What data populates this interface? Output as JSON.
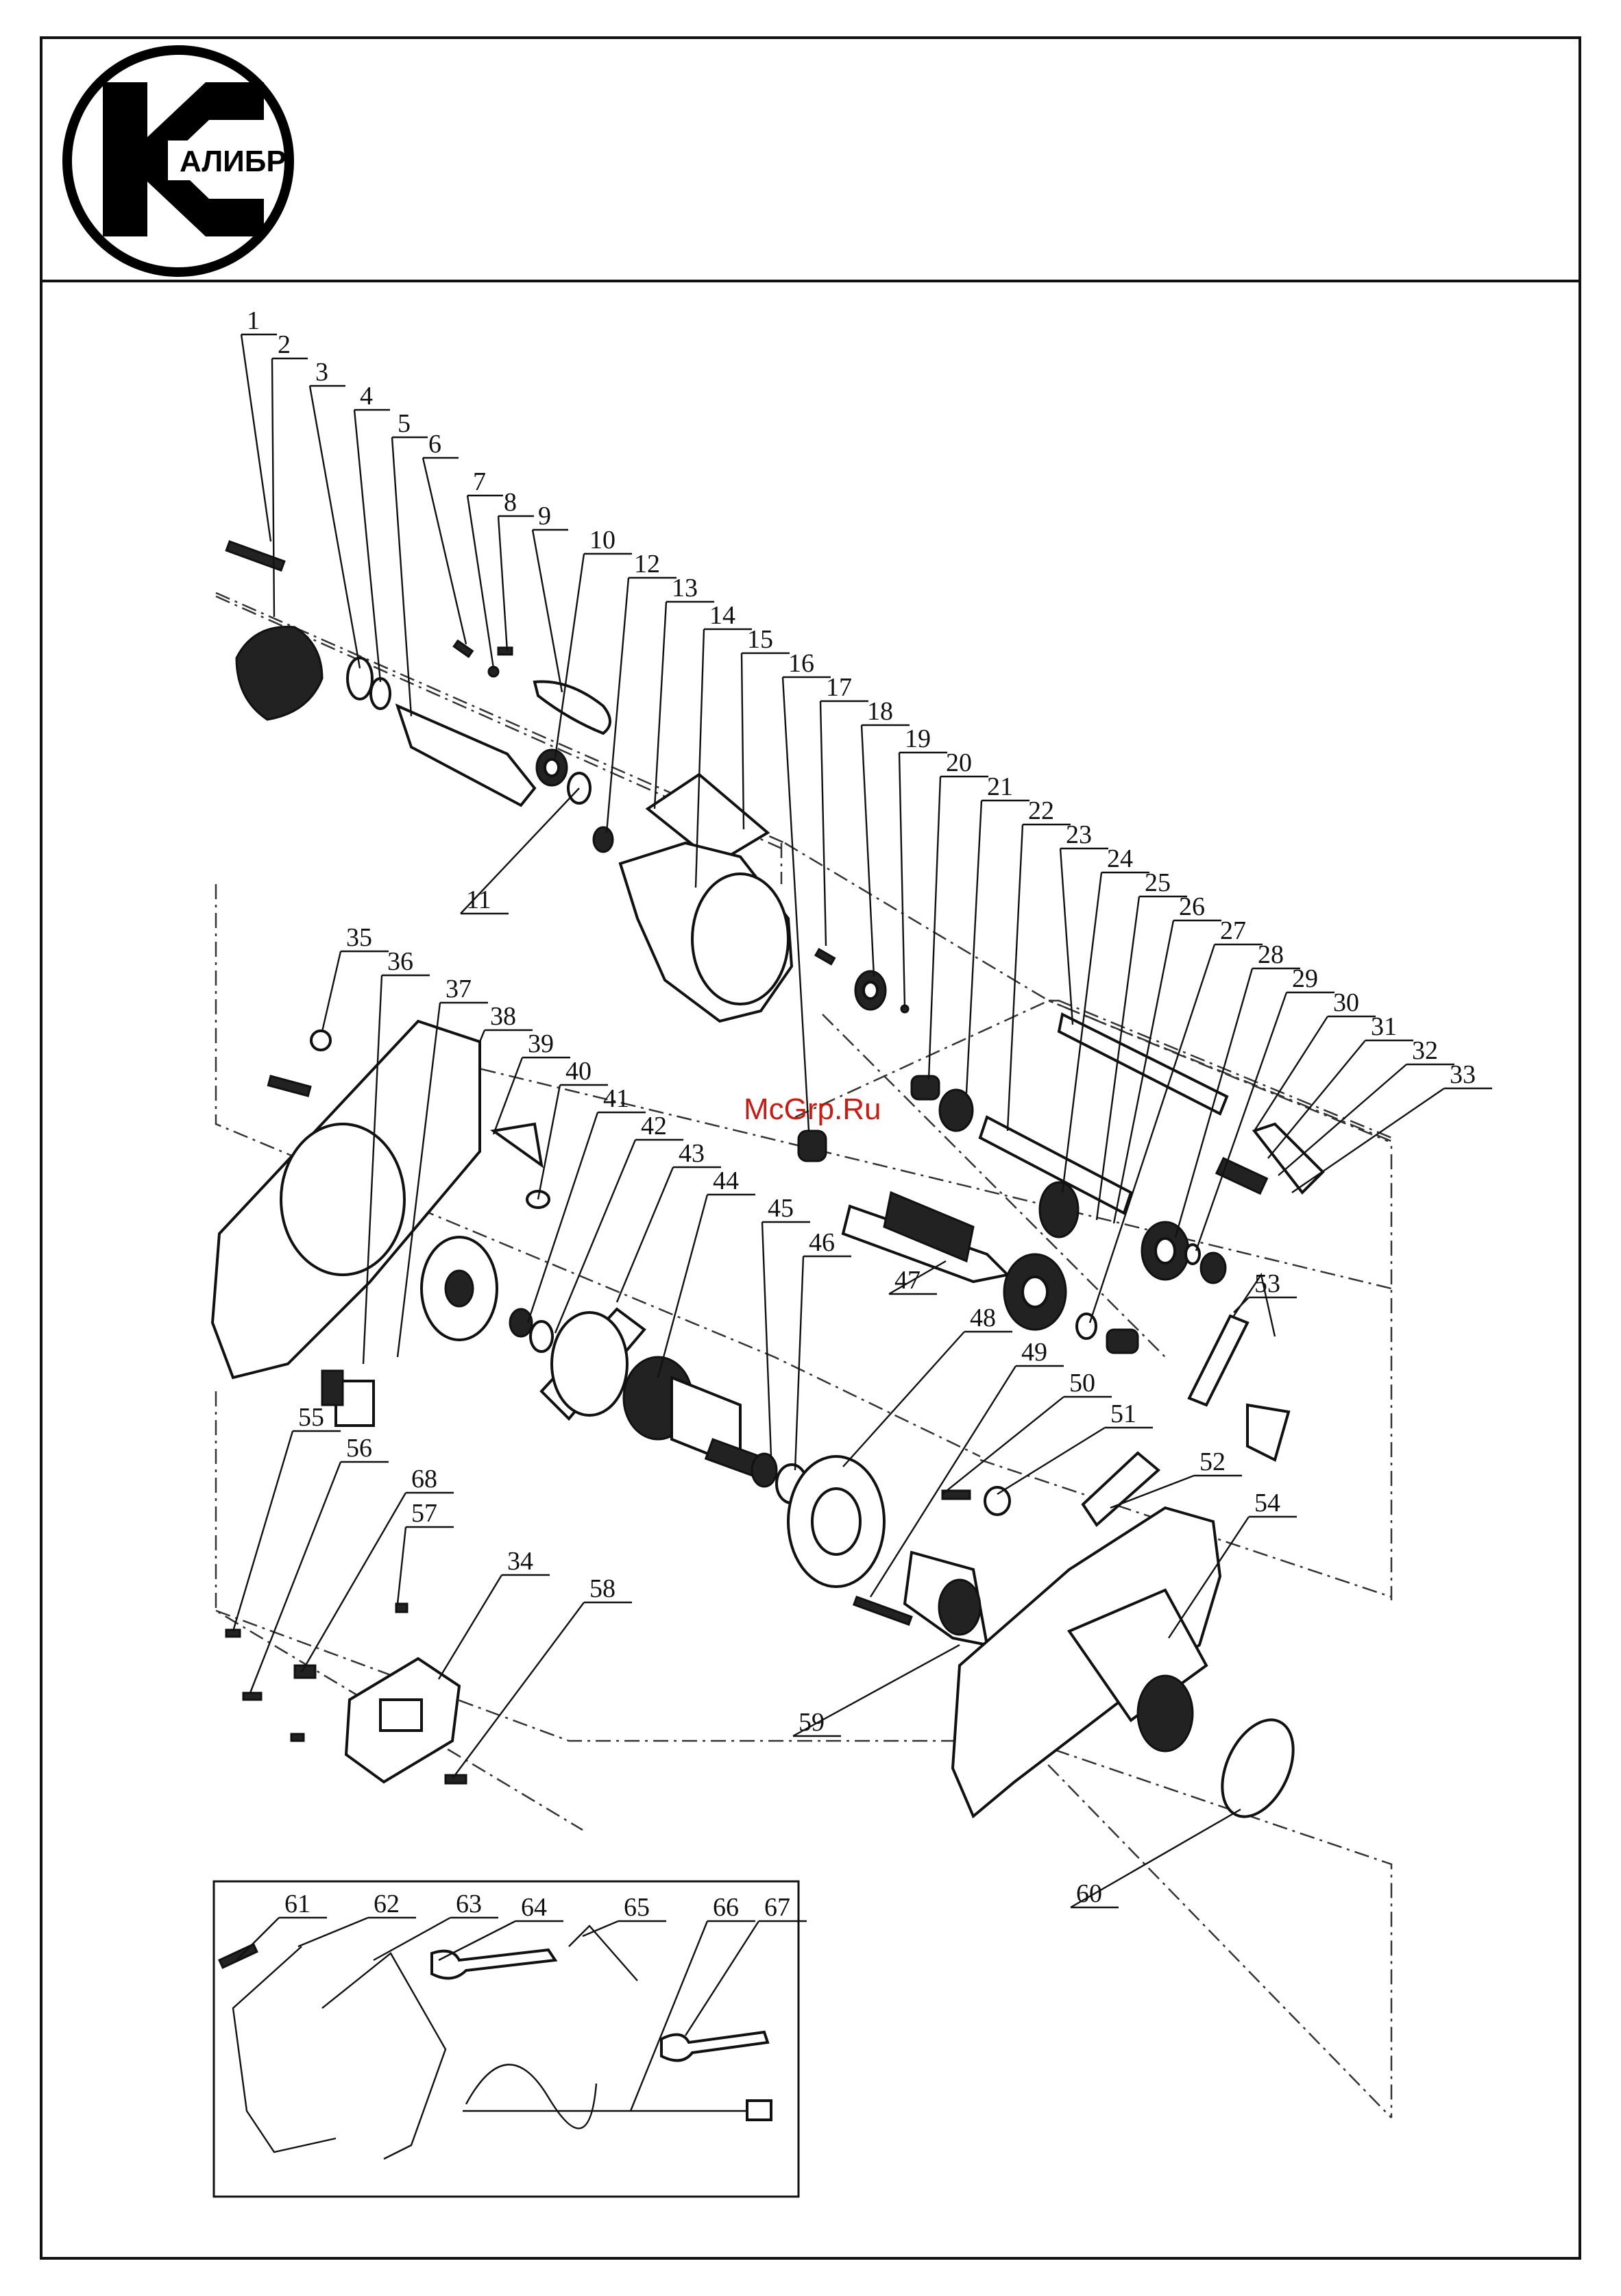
{
  "logo": {
    "text": "АЛИБР"
  },
  "watermark": "McGrp.Ru",
  "labels": [
    "1",
    "2",
    "3",
    "4",
    "5",
    "6",
    "7",
    "8",
    "9",
    "10",
    "11",
    "12",
    "13",
    "14",
    "15",
    "16",
    "17",
    "18",
    "19",
    "20",
    "21",
    "22",
    "23",
    "24",
    "25",
    "26",
    "27",
    "28",
    "29",
    "30",
    "31",
    "32",
    "33",
    "34",
    "35",
    "36",
    "37",
    "38",
    "39",
    "40",
    "41",
    "42",
    "43",
    "44",
    "45",
    "46",
    "47",
    "48",
    "49",
    "50",
    "51",
    "52",
    "53",
    "54",
    "55",
    "56",
    "57",
    "58",
    "59",
    "60",
    "61",
    "62",
    "63",
    "64",
    "65",
    "66",
    "67",
    "68"
  ]
}
